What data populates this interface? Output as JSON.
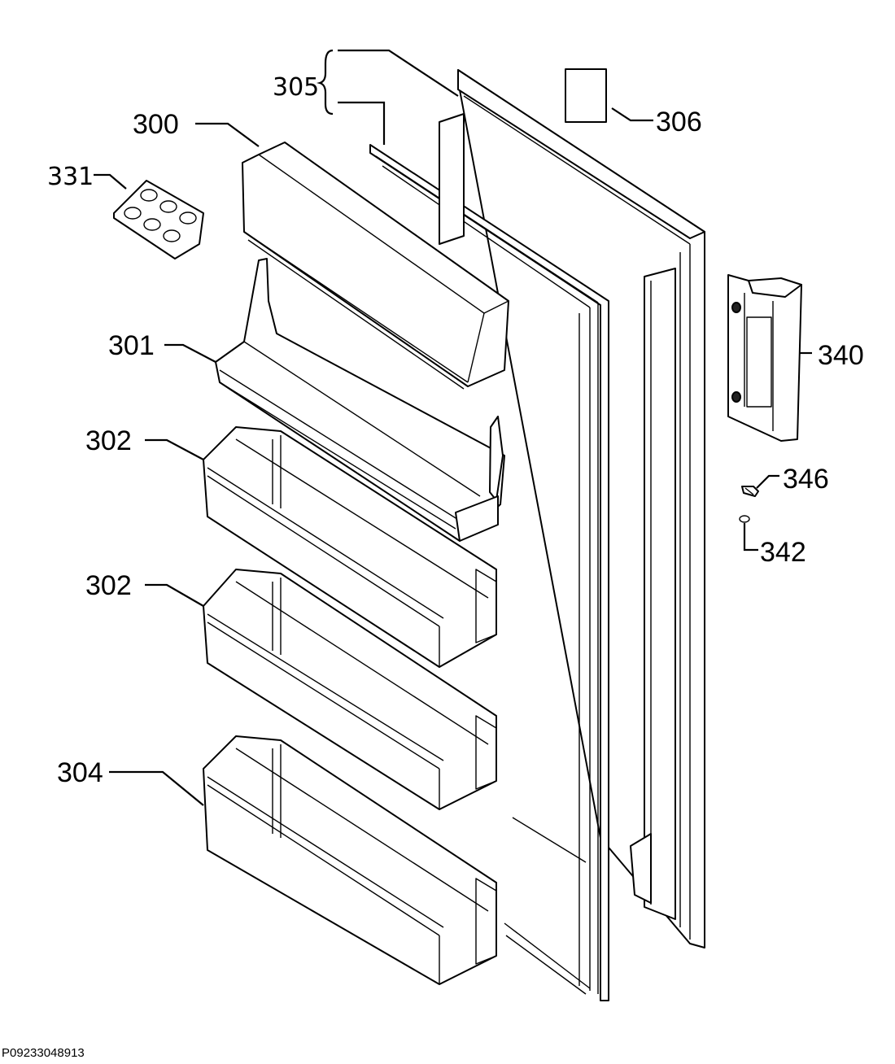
{
  "diagram": {
    "labels": {
      "p300": "300",
      "p301": "301",
      "p302a": "302",
      "p302b": "302",
      "p304": "304",
      "p305": "305",
      "p306": "306",
      "p331": "331",
      "p340": "340",
      "p342": "342",
      "p346": "346"
    },
    "footer_code": "P09233048913"
  }
}
